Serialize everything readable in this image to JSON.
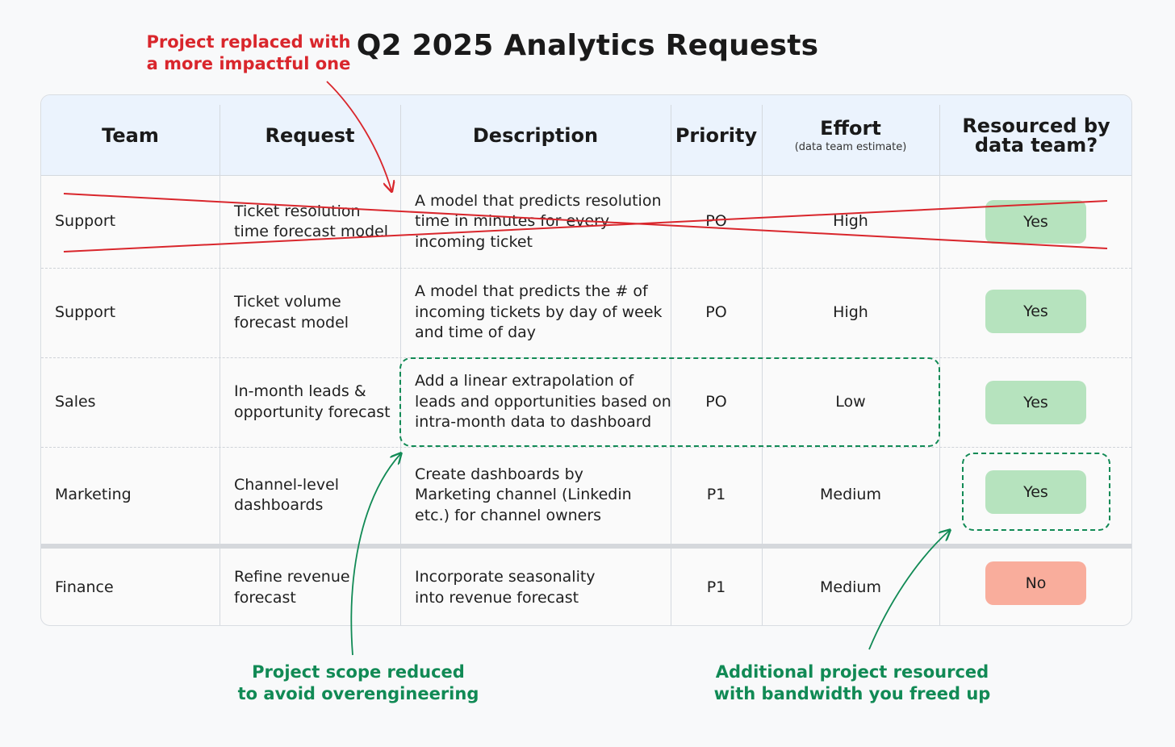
{
  "title": "Q2 2025 Analytics Requests",
  "annotations": {
    "replaced_line1": "Project replaced with",
    "replaced_line2": "a more impactful one",
    "scope_line1": "Project scope reduced",
    "scope_line2": "to avoid overengineering",
    "resourced_line1": "Additional project resourced",
    "resourced_line2": "with bandwidth you freed up"
  },
  "columns": {
    "team": "Team",
    "request": "Request",
    "description": "Description",
    "priority": "Priority",
    "effort": "Effort",
    "effort_sub": "(data team estimate)",
    "resourced_line1": "Resourced by",
    "resourced_line2": "data team?"
  },
  "rows": [
    {
      "team": "Support",
      "request": [
        "Ticket resolution",
        "time forecast model"
      ],
      "description": [
        "A model that predicts resolution",
        "time in minutes for every",
        "incoming ticket"
      ],
      "priority": "PO",
      "effort": "High",
      "resourced": "Yes"
    },
    {
      "team": "Support",
      "request": [
        "Ticket volume",
        "forecast model"
      ],
      "description": [
        "A model that predicts the # of",
        "incoming tickets by day of week",
        "and time of day"
      ],
      "priority": "PO",
      "effort": "High",
      "resourced": "Yes"
    },
    {
      "team": "Sales",
      "request": [
        "In-month leads &",
        "opportunity forecast"
      ],
      "description": [
        "Add a linear extrapolation of",
        "leads and opportunities based on",
        "intra-month data to dashboard"
      ],
      "priority": "PO",
      "effort": "Low",
      "resourced": "Yes"
    },
    {
      "team": "Marketing",
      "request": [
        "Channel-level",
        "dashboards"
      ],
      "description": [
        "Create dashboards by",
        "Marketing channel (Linkedin",
        "etc.) for channel owners"
      ],
      "priority": "P1",
      "effort": "Medium",
      "resourced": "Yes"
    },
    {
      "team": "Finance",
      "request": [
        "Refine revenue",
        "forecast"
      ],
      "description": [
        "Incorporate seasonality",
        "into revenue forecast"
      ],
      "priority": "P1",
      "effort": "Medium",
      "resourced": "No"
    }
  ],
  "colors": {
    "annotation_red": "#d9262c",
    "annotation_green": "#118a55",
    "yes_pill": "#b6e3be",
    "no_pill": "#f9ad9c",
    "header_bg": "#ebf3fd"
  }
}
